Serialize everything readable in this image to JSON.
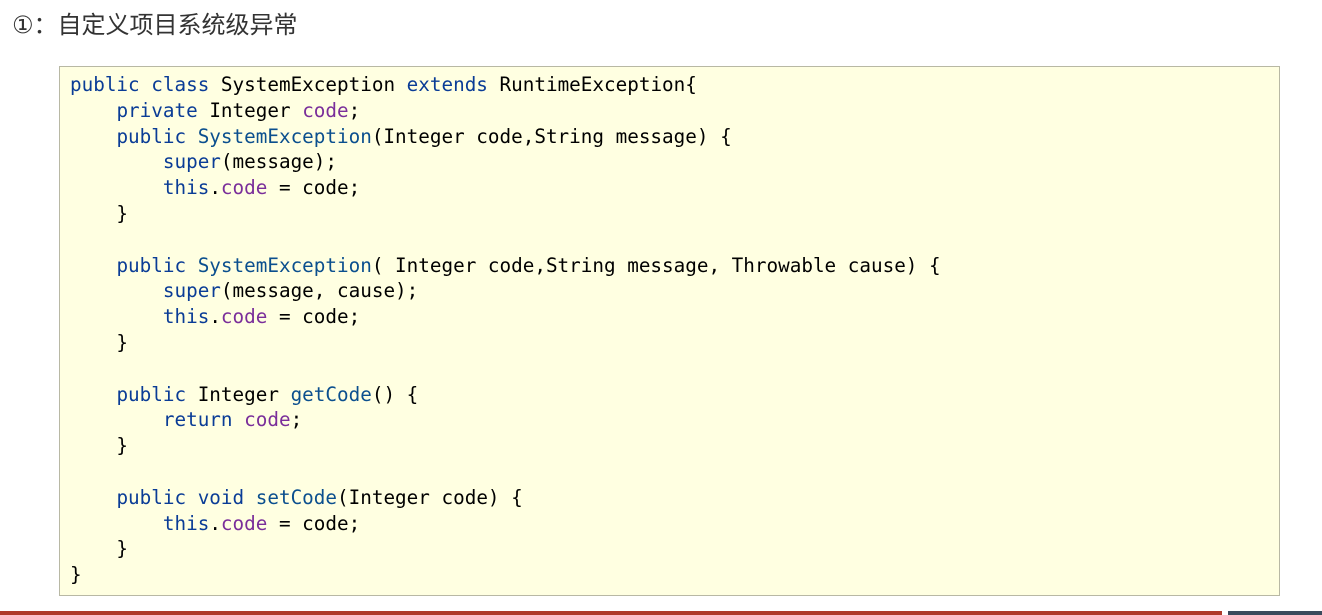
{
  "heading": {
    "text": "①：自定义项目系统级异常"
  },
  "code": {
    "lines": [
      [
        {
          "t": "kw",
          "s": "public class "
        },
        {
          "t": "tx",
          "s": "SystemException "
        },
        {
          "t": "kw",
          "s": "extends "
        },
        {
          "t": "tx",
          "s": "RuntimeException{"
        }
      ],
      [
        {
          "t": "tx",
          "s": "    "
        },
        {
          "t": "kw",
          "s": "private "
        },
        {
          "t": "tx",
          "s": "Integer "
        },
        {
          "t": "fd",
          "s": "code"
        },
        {
          "t": "tx",
          "s": ";"
        }
      ],
      [
        {
          "t": "tx",
          "s": "    "
        },
        {
          "t": "kw",
          "s": "public "
        },
        {
          "t": "fn",
          "s": "SystemException"
        },
        {
          "t": "tx",
          "s": "(Integer code,String message) {"
        }
      ],
      [
        {
          "t": "tx",
          "s": "        "
        },
        {
          "t": "kw",
          "s": "super"
        },
        {
          "t": "tx",
          "s": "(message);"
        }
      ],
      [
        {
          "t": "tx",
          "s": "        "
        },
        {
          "t": "kw",
          "s": "this"
        },
        {
          "t": "tx",
          "s": "."
        },
        {
          "t": "fd",
          "s": "code"
        },
        {
          "t": "tx",
          "s": " = code;"
        }
      ],
      [
        {
          "t": "tx",
          "s": "    }"
        }
      ],
      [
        {
          "t": "tx",
          "s": ""
        }
      ],
      [
        {
          "t": "tx",
          "s": "    "
        },
        {
          "t": "kw",
          "s": "public "
        },
        {
          "t": "fn",
          "s": "SystemException"
        },
        {
          "t": "tx",
          "s": "( Integer code,String message, Throwable cause) {"
        }
      ],
      [
        {
          "t": "tx",
          "s": "        "
        },
        {
          "t": "kw",
          "s": "super"
        },
        {
          "t": "tx",
          "s": "(message, cause);"
        }
      ],
      [
        {
          "t": "tx",
          "s": "        "
        },
        {
          "t": "kw",
          "s": "this"
        },
        {
          "t": "tx",
          "s": "."
        },
        {
          "t": "fd",
          "s": "code"
        },
        {
          "t": "tx",
          "s": " = code;"
        }
      ],
      [
        {
          "t": "tx",
          "s": "    }"
        }
      ],
      [
        {
          "t": "tx",
          "s": ""
        }
      ],
      [
        {
          "t": "tx",
          "s": "    "
        },
        {
          "t": "kw",
          "s": "public "
        },
        {
          "t": "tx",
          "s": "Integer "
        },
        {
          "t": "fn",
          "s": "getCode"
        },
        {
          "t": "tx",
          "s": "() {"
        }
      ],
      [
        {
          "t": "tx",
          "s": "        "
        },
        {
          "t": "kw",
          "s": "return "
        },
        {
          "t": "fd",
          "s": "code"
        },
        {
          "t": "tx",
          "s": ";"
        }
      ],
      [
        {
          "t": "tx",
          "s": "    }"
        }
      ],
      [
        {
          "t": "tx",
          "s": ""
        }
      ],
      [
        {
          "t": "tx",
          "s": "    "
        },
        {
          "t": "kw",
          "s": "public void "
        },
        {
          "t": "fn",
          "s": "setCode"
        },
        {
          "t": "tx",
          "s": "(Integer code) {"
        }
      ],
      [
        {
          "t": "tx",
          "s": "        "
        },
        {
          "t": "kw",
          "s": "this"
        },
        {
          "t": "tx",
          "s": "."
        },
        {
          "t": "fd",
          "s": "code"
        },
        {
          "t": "tx",
          "s": " = code;"
        }
      ],
      [
        {
          "t": "tx",
          "s": "    }"
        }
      ],
      [
        {
          "t": "tx",
          "s": "}"
        }
      ]
    ]
  },
  "colors": {
    "keyword": "#0a3c96",
    "method": "#0b4f8e",
    "field": "#7a2e9a",
    "code_background": "#ffffe1",
    "bottom_bar": "#b03a2a"
  }
}
